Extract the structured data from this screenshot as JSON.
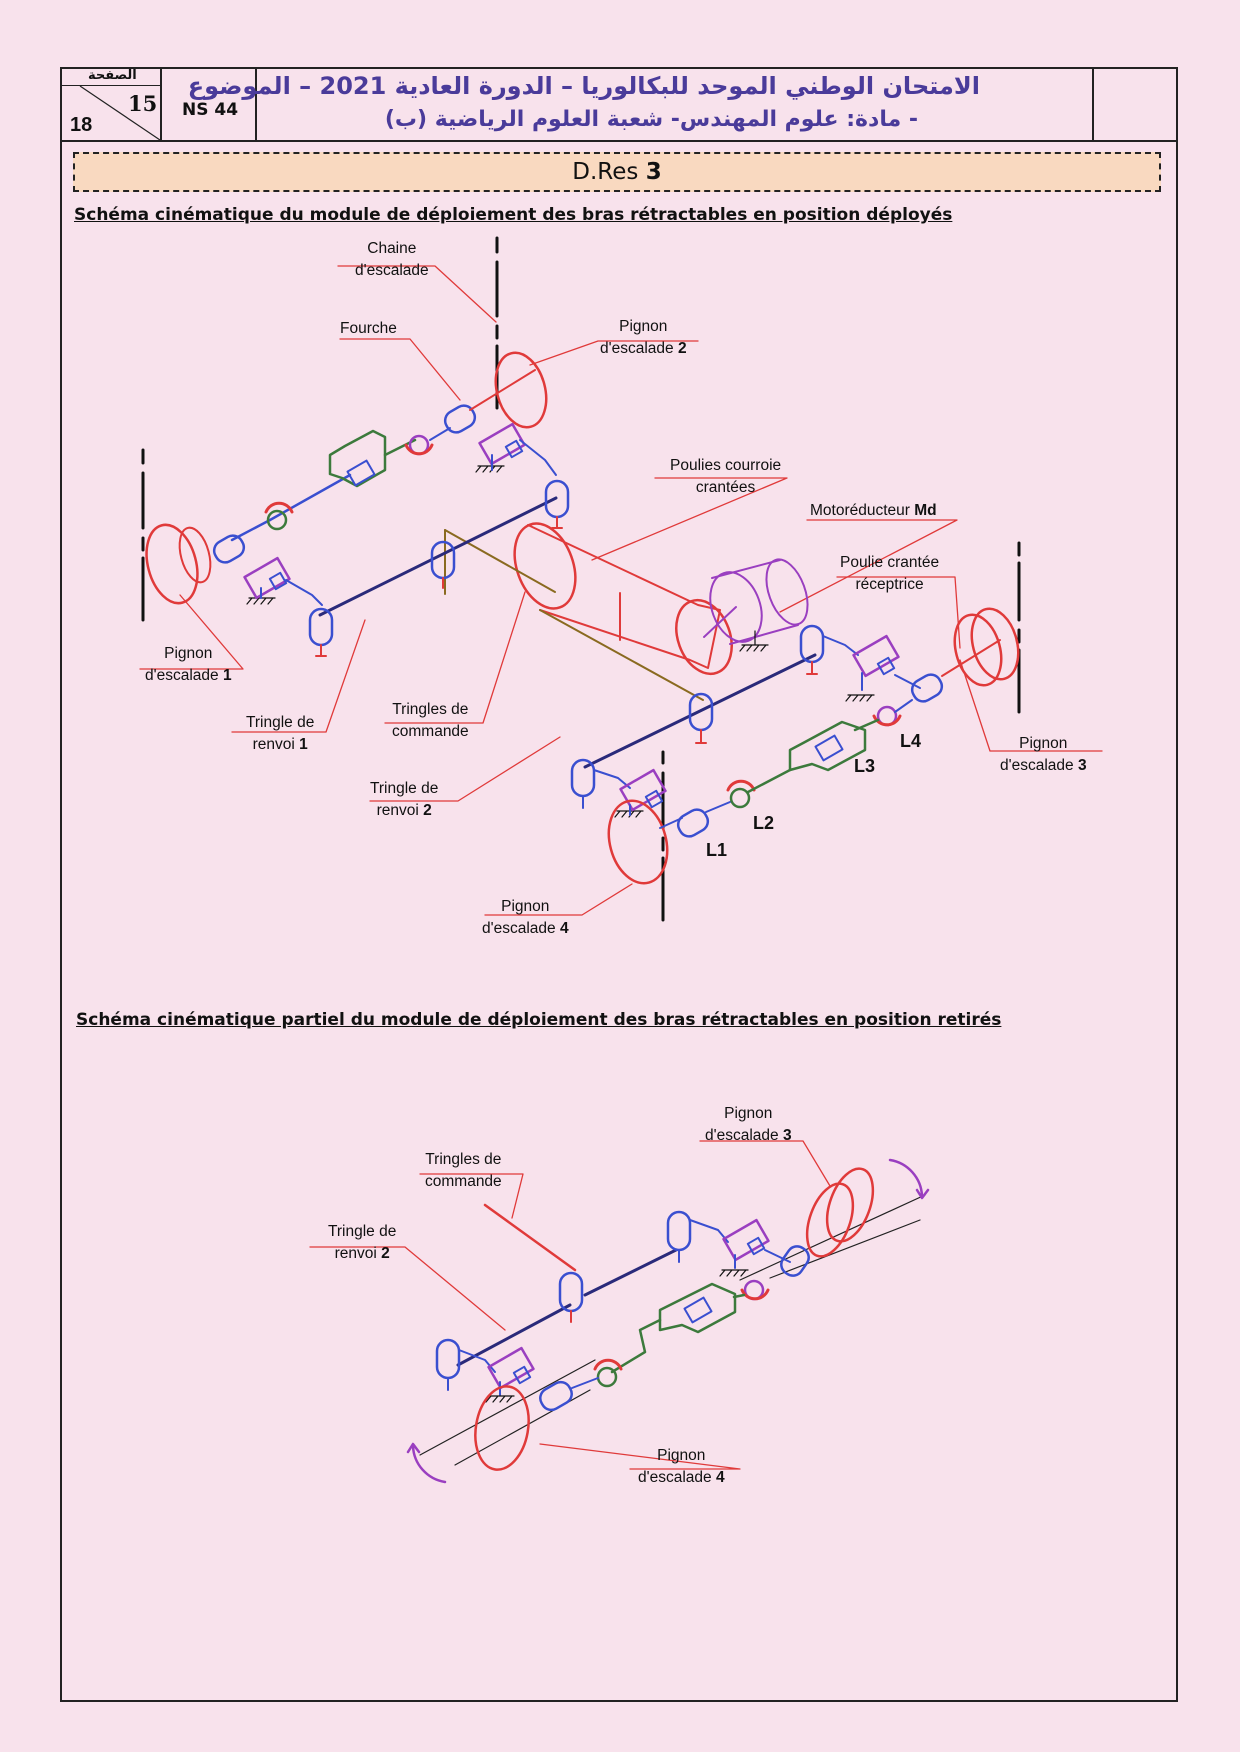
{
  "header": {
    "page_label": "الصفحة",
    "page_number": "15",
    "total_pages": "18",
    "code": "NS 44",
    "title_line1": "الامتحان الوطني الموحد للبكالوريا – الدورة العادية 2021 – الموضوع",
    "title_line2": "- مادة: علوم المهندس- شعبة العلوم الرياضية (ب)"
  },
  "banner": {
    "prefix": "D.Res ",
    "number": "3"
  },
  "section1": {
    "title": "Schéma cinématique du module de déploiement des bras rétractables en position déployés",
    "labels": {
      "chaine_1": "Chaine",
      "chaine_2": "d'escalade",
      "fourche": "Fourche",
      "pignon2_1": "Pignon",
      "pignon2_2": "d'escalade ",
      "pignon2_n": "2",
      "poulies_1": "Poulies courroie",
      "poulies_2": "crantées",
      "moto_1": "Motoréducteur ",
      "moto_b": "Md",
      "poulie_rec_1": "Poulie crantée",
      "poulie_rec_2": "réceptrice",
      "pignon1_1": "Pignon",
      "pignon1_2": "d'escalade ",
      "pignon1_n": "1",
      "tringle1_1": "Tringle de",
      "tringle1_2": "renvoi ",
      "tringle1_n": "1",
      "tringles_cmd_1": "Tringles de",
      "tringles_cmd_2": "commande",
      "tringle2_1": "Tringle de",
      "tringle2_2": "renvoi ",
      "tringle2_n": "2",
      "pignon3_1": "Pignon",
      "pignon3_2": "d'escalade ",
      "pignon3_n": "3",
      "pignon4_1": "Pignon",
      "pignon4_2": "d'escalade ",
      "pignon4_n": "4",
      "L1": "L1",
      "L2": "L2",
      "L3": "L3",
      "L4": "L4"
    }
  },
  "section2": {
    "title": "Schéma cinématique partiel du module de déploiement des bras rétractables en position retirés",
    "labels": {
      "pignon3_1": "Pignon",
      "pignon3_2": "d'escalade ",
      "pignon3_n": "3",
      "tringles_cmd_1": "Tringles de",
      "tringles_cmd_2": "commande",
      "tringle2_1": "Tringle de",
      "tringle2_2": "renvoi ",
      "tringle2_n": "2",
      "pignon4_1": "Pignon",
      "pignon4_2": "d'escalade ",
      "pignon4_n": "4"
    }
  },
  "colors": {
    "background": "#f8e2ec",
    "banner": "#f9d9c0",
    "red": "#e03a3a",
    "blue": "#3a4fd0",
    "navy": "#2a2a7a",
    "green": "#3c7a3c",
    "purple": "#9a3fc0",
    "brown": "#8a6a20",
    "arabic_title": "#4a3b9a"
  }
}
